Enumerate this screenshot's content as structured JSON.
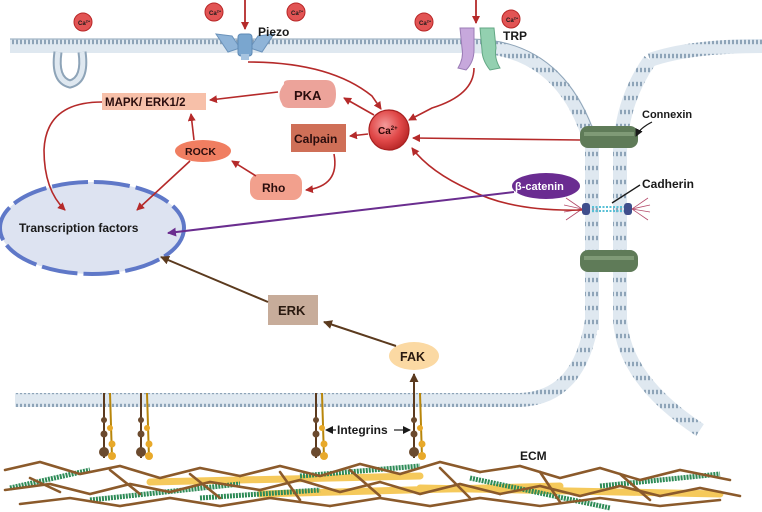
{
  "labels": {
    "piezo": "Piezo",
    "trp": "TRP",
    "connexin": "Connexin",
    "cadherin": "Cadherin",
    "integrins": "Integrins",
    "ecm": "ECM"
  },
  "ions": {
    "symbol": "Ca",
    "charge": "2+"
  },
  "nodes": {
    "pka": "PKA",
    "mapk": "MAPK/ ERK1/2",
    "calpain": "Calpain",
    "rock": "ROCK",
    "rho": "Rho",
    "ca_center": "Ca",
    "ca_center_charge": "2+",
    "beta_catenin": "β-catenin",
    "transcription": "Transcription factors",
    "erk": "ERK",
    "fak": "FAK"
  },
  "colors": {
    "membrane": "#c9d7e4",
    "arrow_red": "#b52a2a",
    "arrow_brown": "#5b3a1e",
    "arrow_purple": "#6a2d8f",
    "nucleus_fill": "#dde3f1",
    "nucleus_stroke": "#5f78c8",
    "pka_fill": "#eca39a",
    "mapk_fill": "#f7c0a9",
    "calpain_fill": "#cf6f57",
    "rock_fill": "#f07e61",
    "rho_fill": "#f2a08d",
    "ca_fill": "#e04848",
    "beta_fill": "#6a2c91",
    "erk_fill": "#c7ac9a",
    "fak_fill": "#fbd9a3",
    "connexin_fill": "#5f7b58",
    "cadherin_fill": "#3f4e8c"
  }
}
